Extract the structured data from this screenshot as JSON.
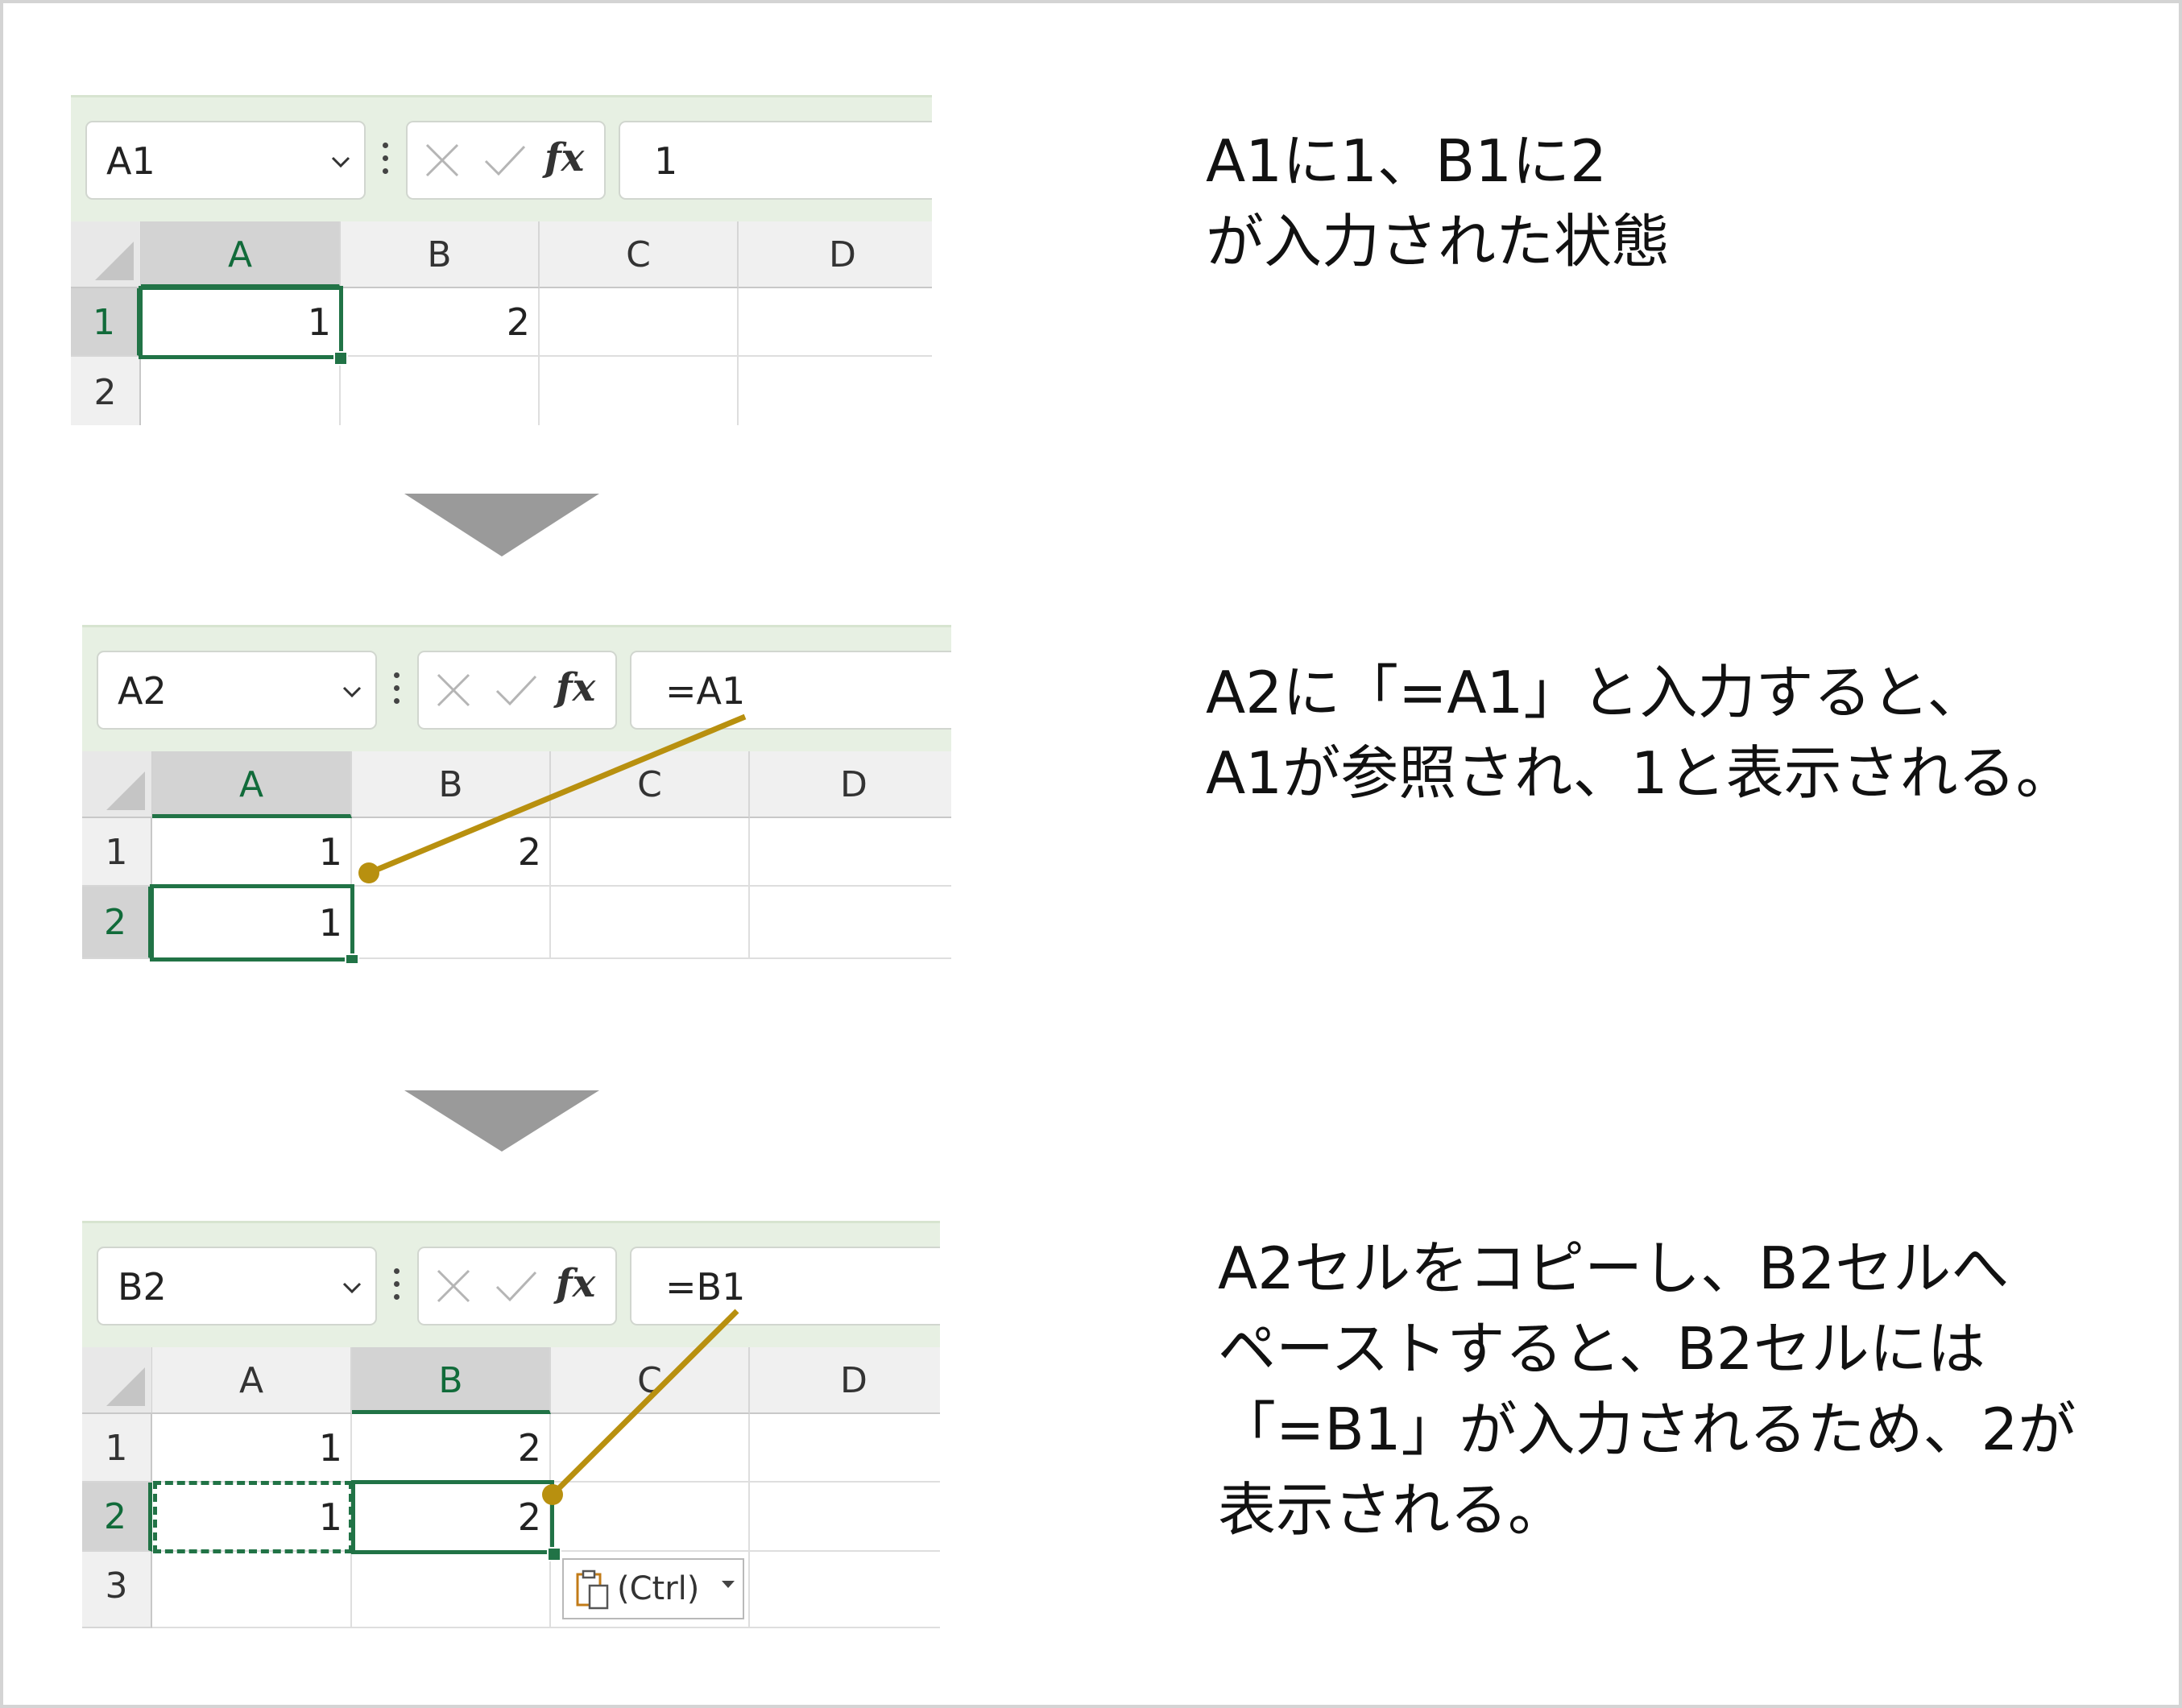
{
  "panels": [
    {
      "name_box": "A1",
      "formula": "1",
      "columns": [
        "A",
        "B",
        "C",
        "D"
      ],
      "rows": [
        "1",
        "2"
      ],
      "cells": {
        "A1": "1",
        "B1": "2",
        "A2": ""
      }
    },
    {
      "name_box": "A2",
      "formula": "=A1",
      "columns": [
        "A",
        "B",
        "C",
        "D"
      ],
      "rows": [
        "1",
        "2"
      ],
      "cells": {
        "A1": "1",
        "B1": "2",
        "A2": "1"
      }
    },
    {
      "name_box": "B2",
      "formula": "=B1",
      "columns": [
        "A",
        "B",
        "C",
        "D"
      ],
      "rows": [
        "1",
        "2",
        "3"
      ],
      "cells": {
        "A1": "1",
        "B1": "2",
        "A2": "1",
        "B2": "2"
      },
      "paste_options": "(Ctrl)"
    }
  ],
  "captions": [
    [
      "A1に1、B1に2",
      "が入力された状態"
    ],
    [
      "A2に「=A1」と入力すると、",
      "A1が参照され、1と表示される。"
    ],
    [
      "A2セルをコピーし、B2セルへ",
      "ペーストすると、B2セルには",
      "「=B1」が入力されるため、2が",
      "表示される。"
    ]
  ],
  "colors": {
    "selection": "#217346",
    "leader_line": "#b8900f",
    "arrow": "#9a9a9a",
    "formula_bar_bg": "#e7f0e3"
  },
  "icons": [
    "chevron-down-icon",
    "cancel-x-icon",
    "enter-check-icon",
    "fx-icon",
    "clipboard-paste-icon"
  ]
}
